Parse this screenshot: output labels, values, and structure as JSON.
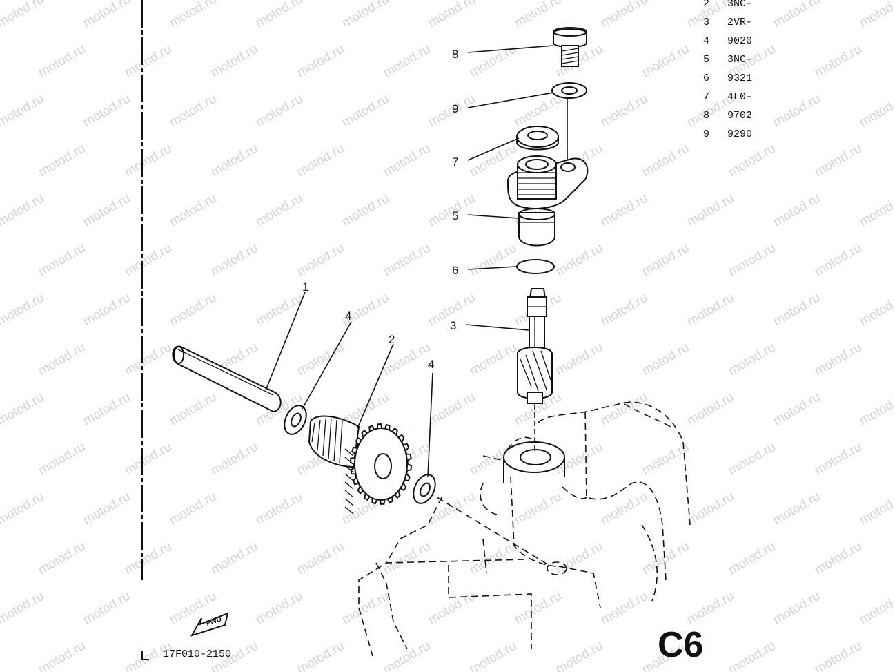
{
  "watermark": "motod.ru",
  "parts_list": [
    {
      "no": "2",
      "code": "3NC-"
    },
    {
      "no": "3",
      "code": "2VR-"
    },
    {
      "no": "4",
      "code": "9020"
    },
    {
      "no": "5",
      "code": "3NC-"
    },
    {
      "no": "6",
      "code": "9321"
    },
    {
      "no": "7",
      "code": "4L0-"
    },
    {
      "no": "8",
      "code": "9702"
    },
    {
      "no": "9",
      "code": "9290"
    }
  ],
  "callouts": {
    "c1": "1",
    "c2": "2",
    "c3": "3",
    "c4a": "4",
    "c4b": "4",
    "c5": "5",
    "c6": "6",
    "c7": "7",
    "c8": "8",
    "c9": "9"
  },
  "fwd_label": "FWD",
  "reference_code": "17F010-2150",
  "page_code": "C6"
}
